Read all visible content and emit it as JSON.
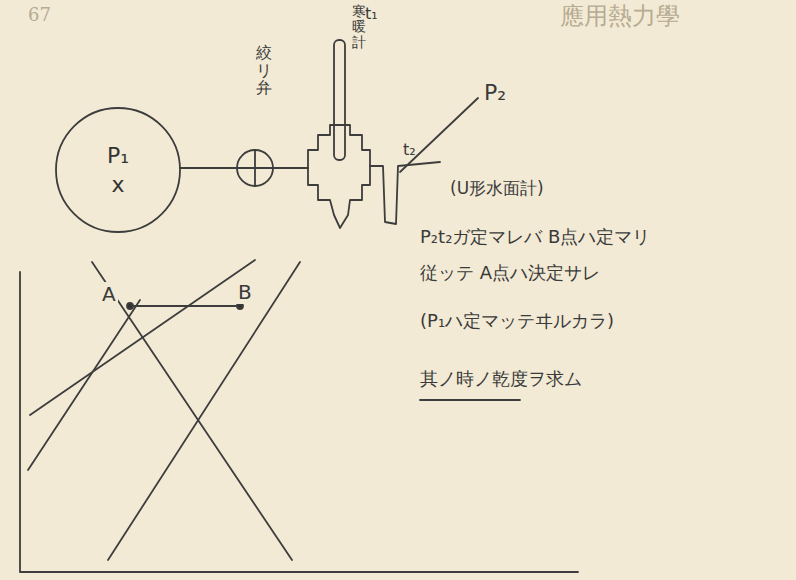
{
  "diagram": {
    "nodes": [
      {
        "text": [
          "P₁",
          "x"
        ]
      }
    ],
    "labels": [
      "應用熱力學",
      "67",
      "絞リ弁",
      "寒暖計",
      "t₁",
      "P₂",
      "t₂",
      "(U形水面計)",
      "A",
      "B",
      "P₂t₂ガ定マレバ B点ハ定マリ",
      "従ッテ A点ハ決定サレ",
      "(P₁ハ定マッテヰルカラ)",
      "其ノ時ノ乾度ヲ求ム"
    ]
  }
}
